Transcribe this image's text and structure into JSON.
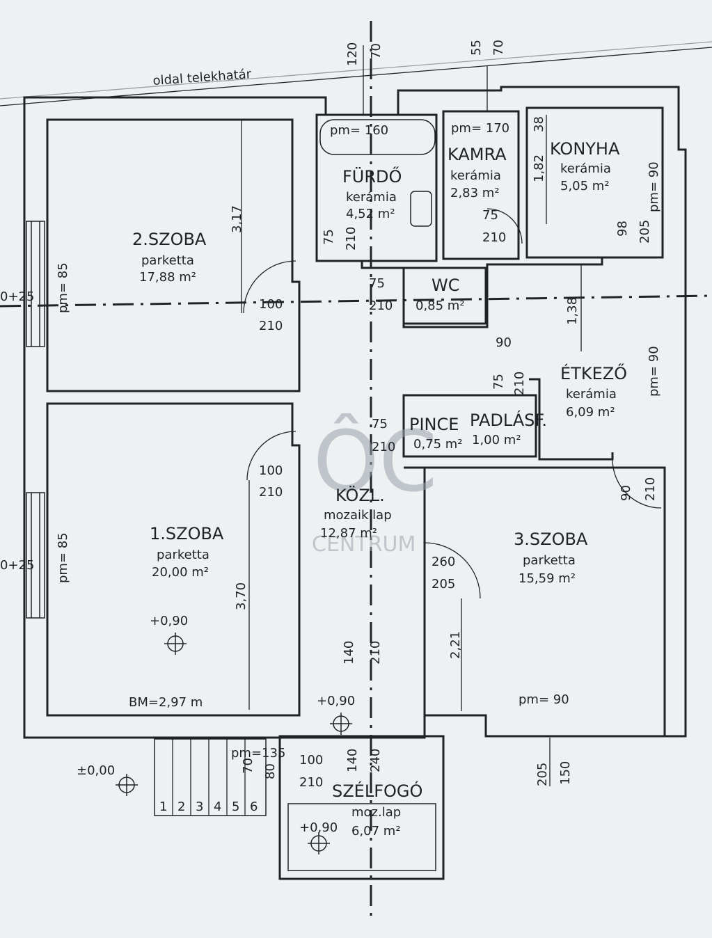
{
  "boundary_label": "oldal telekhatár",
  "rooms": {
    "szoba2": {
      "name": "2.SZOBA",
      "floor": "parketta",
      "area": "17,88 m²"
    },
    "szoba1": {
      "name": "1.SZOBA",
      "floor": "parketta",
      "area": "20,00 m²"
    },
    "szoba3": {
      "name": "3.SZOBA",
      "floor": "parketta",
      "area": "15,59 m²"
    },
    "furdo": {
      "name": "FÜRDŐ",
      "floor": "kerámia",
      "area": "4,52 m²"
    },
    "kamra": {
      "name": "KAMRA",
      "floor": "kerámia",
      "area": "2,83 m²"
    },
    "konyha": {
      "name": "KONYHA",
      "floor": "kerámia",
      "area": "5,05 m²"
    },
    "wc": {
      "name": "WC",
      "area": "0,85 m²"
    },
    "etkezo": {
      "name": "ÉTKEZŐ",
      "floor": "kerámia",
      "area": "6,09 m²"
    },
    "pince": {
      "name": "PINCE",
      "area": "0,75 m²"
    },
    "padlas": {
      "name": "PADLÁSF.",
      "area": "1,00 m²"
    },
    "kozl": {
      "name": "KÖZL.",
      "floor": "mozaik lap",
      "area": "12,87 m²"
    },
    "szelfogo": {
      "name": "SZÉLFOGÓ",
      "floor": "moz.lap",
      "area": "6,07 m²"
    }
  },
  "dims": {
    "top_120": "120",
    "top_70a": "70",
    "top_55": "55",
    "top_70b": "70",
    "pm160": "pm= 160",
    "pm170": "pm= 170",
    "d38": "38",
    "d182": "1,82",
    "pm90_konyha": "pm= 90",
    "d98": "98",
    "d205_k": "205",
    "d317": "3,17",
    "pm85_a": "pm= 85",
    "d25_a": "0+25",
    "d75_f": "75",
    "d210_f": "210",
    "d75_k": "75",
    "d210_k": "210",
    "d75_wc": "75",
    "d210_wc": "210",
    "d138": "1,38",
    "d100_a": "100",
    "d210_a": "210",
    "d90_e": "90",
    "d75_e": "75",
    "d210_e": "210",
    "pm90_e": "pm= 90",
    "d75_p": "75",
    "d210_p": "210",
    "d100_b": "100",
    "d210_b": "210",
    "pm85_b": "pm= 85",
    "d25_b": "0+25",
    "d370": "3,70",
    "lvl090_a": "+0,90",
    "bm": "BM=2,97 m",
    "d90_s3": "90",
    "d210_s3": "210",
    "d260": "260",
    "d205_s3": "205",
    "d221": "2,21",
    "pm90_s3": "pm= 90",
    "d140_a": "140",
    "d210_c": "210",
    "lvl090_b": "+0,90",
    "pm135": "pm=135",
    "d70": "70",
    "d80": "80",
    "d100_c": "100",
    "d210_d": "210",
    "d140_b": "140",
    "d240": "240",
    "lvl000": "±0,00",
    "lvl090_c": "+0,90",
    "d205_b": "205",
    "d150": "150",
    "stairs": [
      "1",
      "2",
      "3",
      "4",
      "5",
      "6"
    ]
  },
  "watermark": {
    "logo": "ÔC",
    "text": "CENTRUM"
  }
}
